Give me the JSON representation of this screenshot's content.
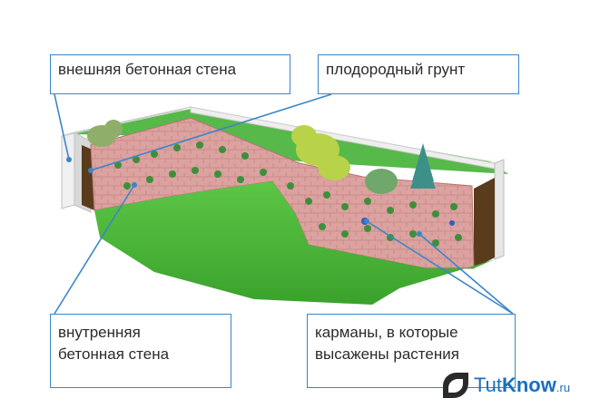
{
  "labels": {
    "outer_wall": "внешняя бетонная стена",
    "fertile_soil": "плодородный грунт",
    "inner_wall_line1": "внутренняя",
    "inner_wall_line2": "бетонная стена",
    "pockets_line1": "карманы, в которые",
    "pockets_line2": "высажены растения"
  },
  "watermark": {
    "part1": "Tut",
    "part2": "Know",
    "part3": ".ru"
  },
  "colors": {
    "accent_line": "#3a86c8",
    "lawn": "#4cb83a",
    "brick": "#d99a9a",
    "wall": "#e9e9e9",
    "soil": "#5a3b1c"
  }
}
